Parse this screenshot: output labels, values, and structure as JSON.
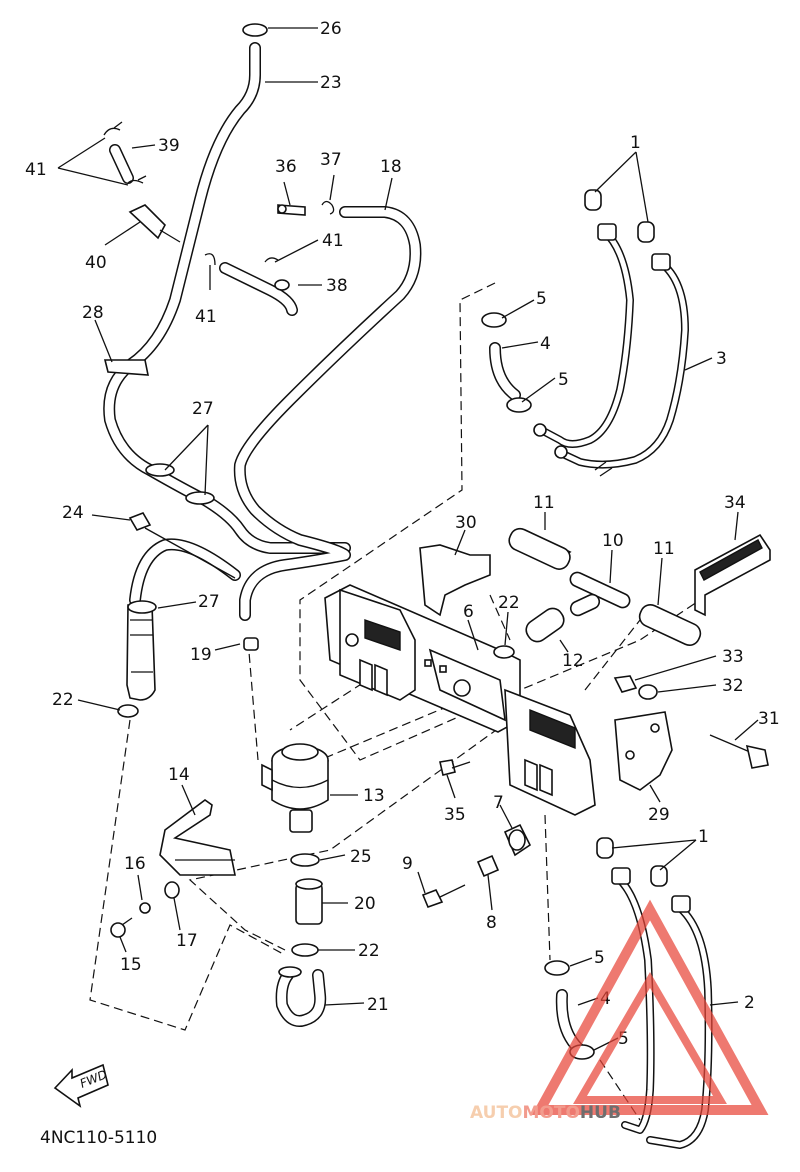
{
  "diagram": {
    "part_code": "4NC110-5110",
    "direction_label": "FWD",
    "callouts": [
      {
        "id": "c26a",
        "label": "26"
      },
      {
        "id": "c23",
        "label": "23"
      },
      {
        "id": "c39",
        "label": "39"
      },
      {
        "id": "c41a",
        "label": "41"
      },
      {
        "id": "c40",
        "label": "40"
      },
      {
        "id": "c36",
        "label": "36"
      },
      {
        "id": "c37",
        "label": "37"
      },
      {
        "id": "c18",
        "label": "18"
      },
      {
        "id": "c41b",
        "label": "41"
      },
      {
        "id": "c38",
        "label": "38"
      },
      {
        "id": "c41c",
        "label": "41"
      },
      {
        "id": "c28",
        "label": "28"
      },
      {
        "id": "c1a",
        "label": "1"
      },
      {
        "id": "c5a",
        "label": "5"
      },
      {
        "id": "c4a",
        "label": "4"
      },
      {
        "id": "c5b",
        "label": "5"
      },
      {
        "id": "c3",
        "label": "3"
      },
      {
        "id": "c27a",
        "label": "27"
      },
      {
        "id": "c24",
        "label": "24"
      },
      {
        "id": "c11a",
        "label": "11"
      },
      {
        "id": "c34",
        "label": "34"
      },
      {
        "id": "c30",
        "label": "30"
      },
      {
        "id": "c10",
        "label": "10"
      },
      {
        "id": "c11b",
        "label": "11"
      },
      {
        "id": "c27b",
        "label": "27"
      },
      {
        "id": "c22a",
        "label": "22"
      },
      {
        "id": "c6",
        "label": "6"
      },
      {
        "id": "c19",
        "label": "19"
      },
      {
        "id": "c12",
        "label": "12"
      },
      {
        "id": "c33",
        "label": "33"
      },
      {
        "id": "c22b",
        "label": "22"
      },
      {
        "id": "c32",
        "label": "32"
      },
      {
        "id": "c31",
        "label": "31"
      },
      {
        "id": "c14",
        "label": "14"
      },
      {
        "id": "c13",
        "label": "13"
      },
      {
        "id": "c35",
        "label": "35"
      },
      {
        "id": "c7",
        "label": "7"
      },
      {
        "id": "c29",
        "label": "29"
      },
      {
        "id": "c1b",
        "label": "1"
      },
      {
        "id": "c16",
        "label": "16"
      },
      {
        "id": "c25",
        "label": "25"
      },
      {
        "id": "c9",
        "label": "9"
      },
      {
        "id": "c20",
        "label": "20"
      },
      {
        "id": "c8",
        "label": "8"
      },
      {
        "id": "c17",
        "label": "17"
      },
      {
        "id": "c15",
        "label": "15"
      },
      {
        "id": "c22c",
        "label": "22"
      },
      {
        "id": "c5c",
        "label": "5"
      },
      {
        "id": "c4b",
        "label": "4"
      },
      {
        "id": "c2",
        "label": "2"
      },
      {
        "id": "c21",
        "label": "21"
      },
      {
        "id": "c5d",
        "label": "5"
      }
    ]
  },
  "watermark": {
    "part1": "AUTO",
    "part2": "MOTO",
    "part3": "HUB",
    "colors": {
      "auto": "#f5c6a0",
      "moto": "#f08a7a",
      "hub": "#555555",
      "triangle": "#e8463a"
    }
  }
}
